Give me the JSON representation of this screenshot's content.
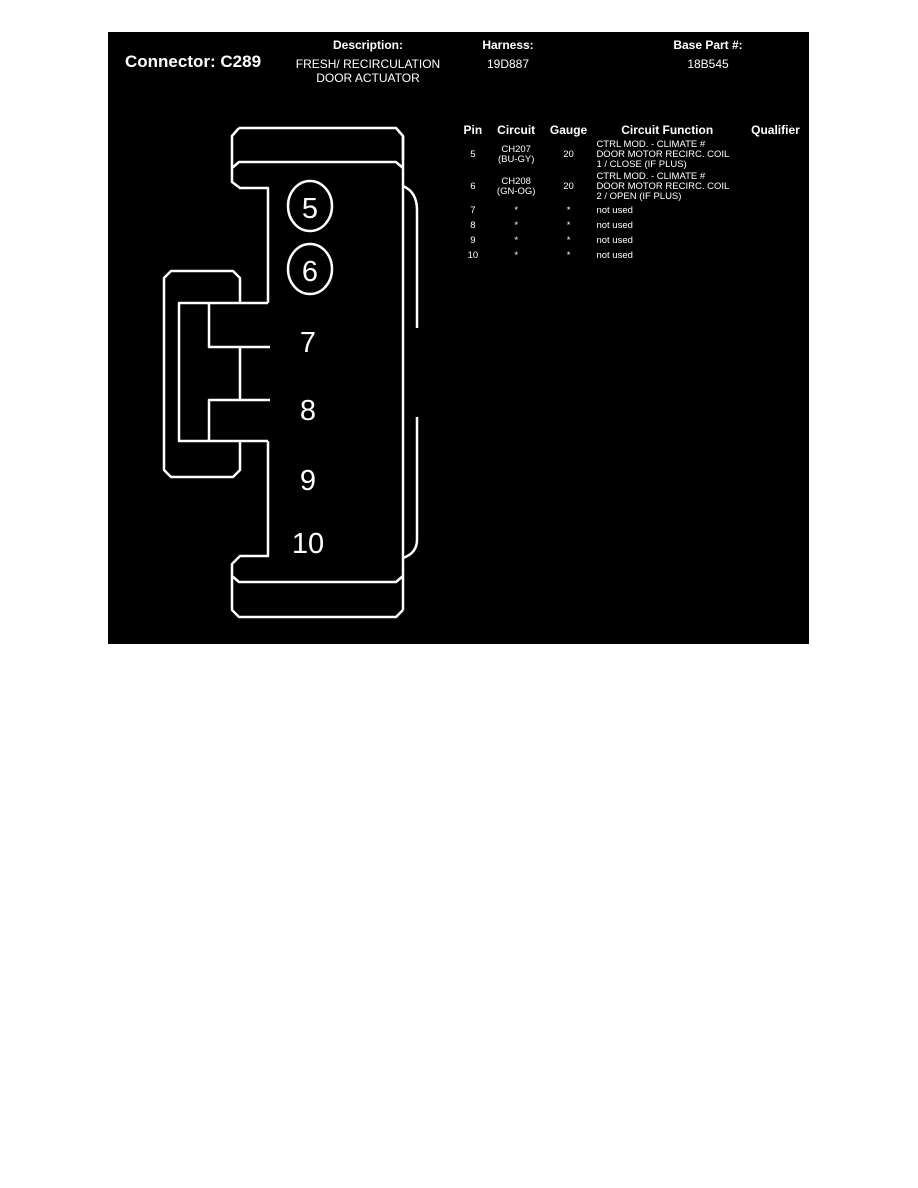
{
  "connector": {
    "label": "Connector: C289",
    "description_header": "Description:",
    "description_line1": "FRESH/ RECIRCULATION",
    "description_line2": "DOOR ACTUATOR",
    "harness_header": "Harness:",
    "harness": "19D887",
    "base_part_header": "Base Part #:",
    "base_part": "18B545"
  },
  "table": {
    "headers": {
      "pin": "Pin",
      "circuit": "Circuit",
      "gauge": "Gauge",
      "function": "Circuit Function",
      "qualifier": "Qualifier"
    },
    "rows": [
      {
        "pin": "5",
        "circuit1": "CH207",
        "circuit2": "(BU-GY)",
        "gauge": "20",
        "f1": "CTRL MOD. - CLIMATE #",
        "f2": "DOOR MOTOR RECIRC. COIL",
        "f3": "1 / CLOSE (IF PLUS)",
        "qualifier": ""
      },
      {
        "pin": "6",
        "circuit1": "CH208",
        "circuit2": "(GN-OG)",
        "gauge": "20",
        "f1": "CTRL MOD. - CLIMATE #",
        "f2": "DOOR MOTOR RECIRC. COIL",
        "f3": "2 / OPEN (IF PLUS)",
        "qualifier": ""
      },
      {
        "pin": "7",
        "circuit": "*",
        "gauge": "*",
        "function": "not used",
        "qualifier": ""
      },
      {
        "pin": "8",
        "circuit": "*",
        "gauge": "*",
        "function": "not used",
        "qualifier": ""
      },
      {
        "pin": "9",
        "circuit": "*",
        "gauge": "*",
        "function": "not used",
        "qualifier": ""
      },
      {
        "pin": "10",
        "circuit": "*",
        "gauge": "*",
        "function": "not used",
        "qualifier": ""
      }
    ]
  },
  "drawing": {
    "pins": [
      "5",
      "6",
      "7",
      "8",
      "9",
      "10"
    ],
    "circled_pins": [
      "5",
      "6"
    ],
    "line_color": "#ffffff",
    "background": "#000000"
  }
}
